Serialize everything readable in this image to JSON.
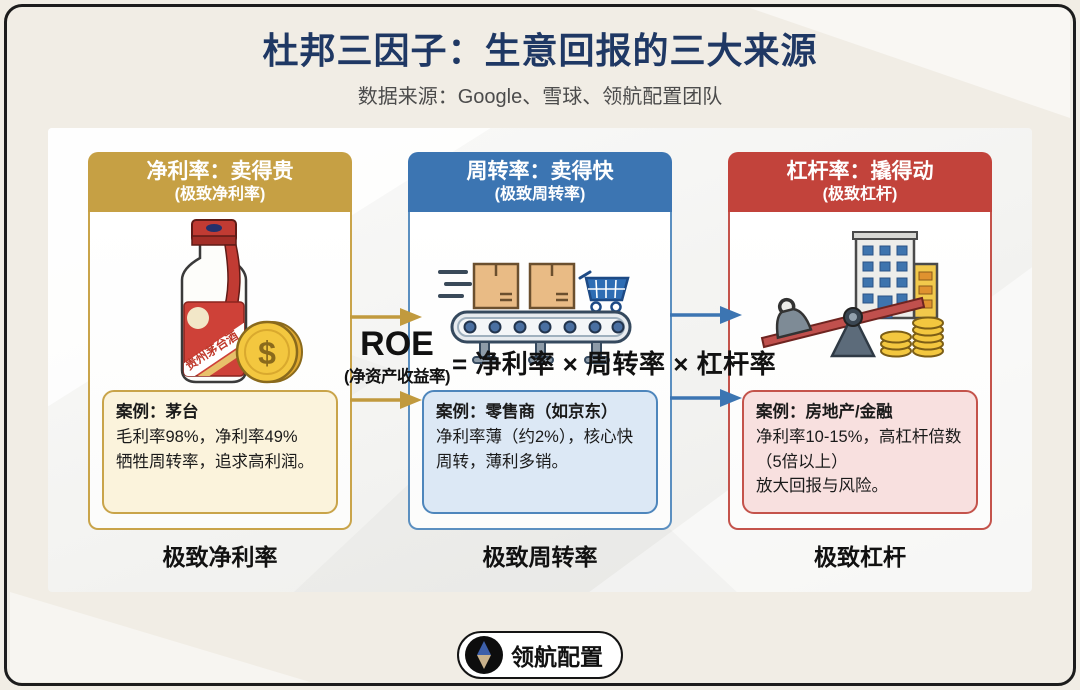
{
  "title": "杜邦三因子：生意回报的三大来源",
  "subtitle": "数据来源：Google、雪球、领航配置团队",
  "formula": {
    "roe": "ROE",
    "roe_note": "(净资产收益率)",
    "equation": "= 净利率 × 周转率 × 杠杆率"
  },
  "cards": [
    {
      "id": "net-margin",
      "accent": "#C6A044",
      "header_line1": "净利率：卖得贵",
      "header_line2": "(极致净利率)",
      "icon": "moutai-bottle-and-coin-icon",
      "bottle_label": "贵州茅台酒",
      "coin_symbol": "$",
      "case_title": "案例：茅台",
      "case_lines": [
        "毛利率98%，净利率49%",
        "牺牲周转率，追求高利润。"
      ],
      "footer": "极致净利率"
    },
    {
      "id": "turnover",
      "accent": "#3C75B2",
      "header_line1": "周转率：卖得快",
      "header_line2": "(极致周转率)",
      "icon": "conveyor-belt-and-cart-icon",
      "case_title": "案例：零售商（如京东）",
      "case_lines": [
        "净利率薄（约2%），核心快",
        "周转，薄利多销。"
      ],
      "footer": "极致周转率"
    },
    {
      "id": "leverage",
      "accent": "#C2433B",
      "header_line1": "杠杆率：撬得动",
      "header_line2": "(极致杠杆)",
      "icon": "lever-building-and-coins-icon",
      "case_title": "案例：房地产/金融",
      "case_lines": [
        "净利率10-15%，高杠杆倍数",
        "（5倍以上）",
        "放大回报与风险。"
      ],
      "footer": "极致杠杆"
    }
  ],
  "logo": {
    "brand": "领航配置"
  },
  "colors": {
    "title_navy": "#1F3864",
    "gold": "#C6A044",
    "blue": "#3C75B2",
    "red": "#C2433B",
    "background": "#F1EDE5",
    "panel": "#F7F7F5",
    "frame": "#1C1C1C"
  }
}
